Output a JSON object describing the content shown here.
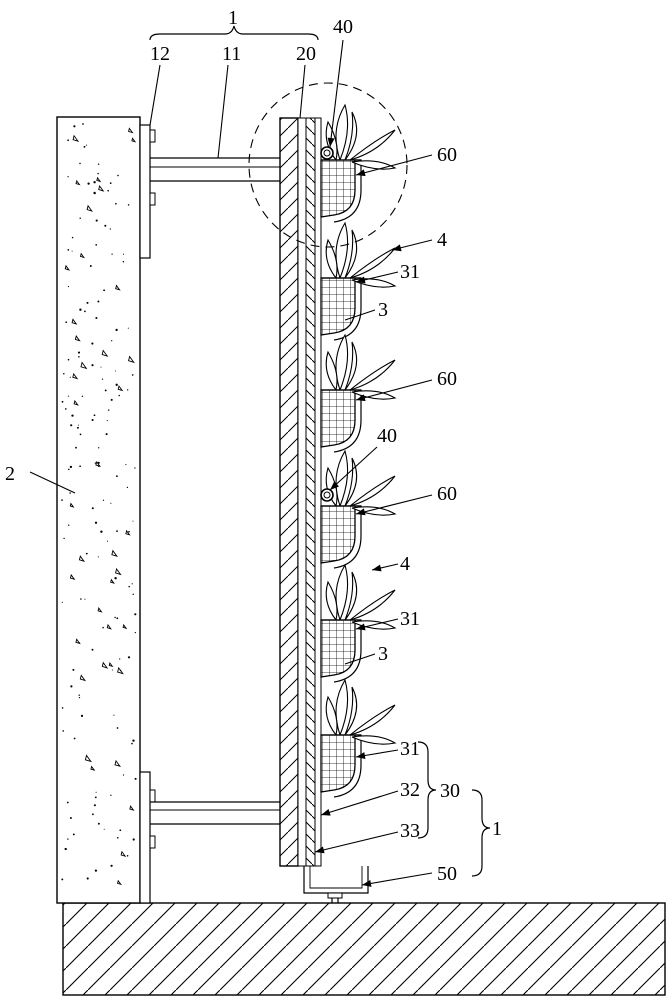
{
  "labels": {
    "l1_top": "1",
    "l12": "12",
    "l11": "11",
    "l20": "20",
    "l40_top": "40",
    "l60_a": "60",
    "l4_a": "4",
    "l31_a": "31",
    "l3_a": "3",
    "l60_b": "60",
    "l40_mid": "40",
    "l60_c": "60",
    "l4_b": "4",
    "l31_b": "31",
    "l3_b": "3",
    "l31_c": "31",
    "l32": "32",
    "l30": "30",
    "l33": "33",
    "l1_right": "1",
    "l2": "2",
    "l50": "50"
  },
  "colors": {
    "ink": "#000000",
    "paper": "#ffffff"
  }
}
